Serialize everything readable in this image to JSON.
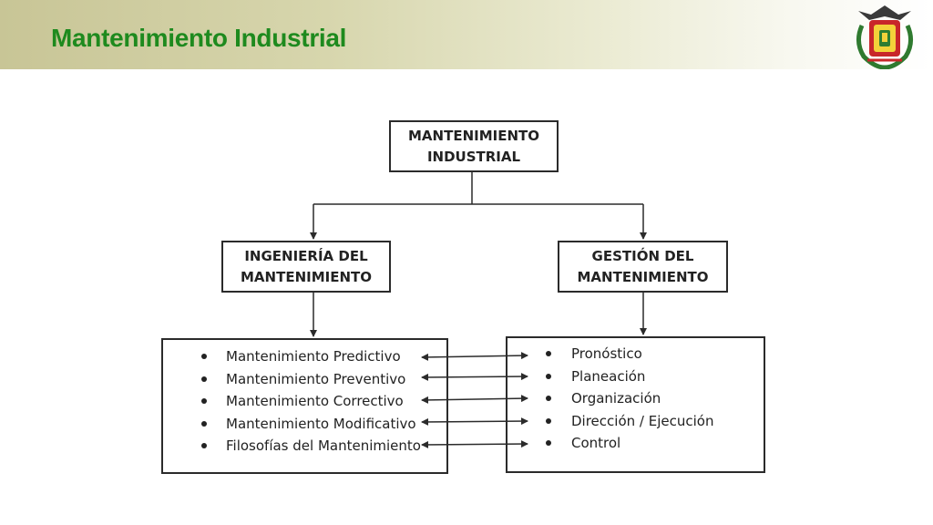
{
  "header": {
    "title": "Mantenimiento Industrial",
    "logo_icon": "university-coat-of-arms-icon"
  },
  "diagram": {
    "root": {
      "line1": "MANTENIMIENTO",
      "line2": "INDUSTRIAL"
    },
    "left_branch": {
      "line1": "INGENIERÍA DEL",
      "line2": "MANTENIMIENTO",
      "items": [
        "Mantenimiento Predictivo",
        "Mantenimiento Preventivo",
        "Mantenimiento Correctivo",
        "Mantenimiento Modificativo",
        "Filosofías del Mantenimiento"
      ]
    },
    "right_branch": {
      "line1": "GESTIÓN DEL",
      "line2": "MANTENIMIENTO",
      "items": [
        "Pronóstico",
        "Planeación",
        "Organización",
        "Dirección / Ejecución",
        "Control"
      ]
    }
  },
  "colors": {
    "title": "#1e8a1e",
    "header_gradient_start": "#c8c596",
    "line": "#2b2b2b"
  }
}
